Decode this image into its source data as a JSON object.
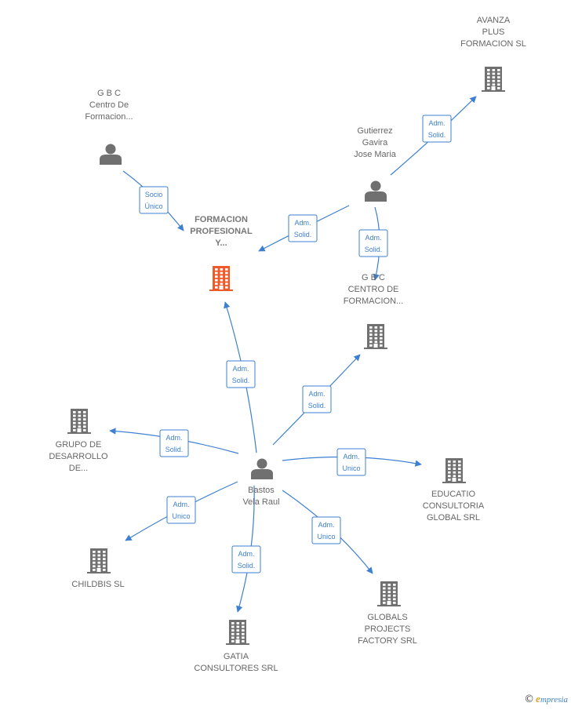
{
  "nodes": [
    {
      "id": "formacion",
      "type": "company",
      "highlight": true,
      "lines": [
        "FORMACION",
        "PROFESIONAL",
        "Y..."
      ]
    },
    {
      "id": "avanza",
      "type": "company",
      "lines": [
        "AVANZA",
        "PLUS",
        "FORMACION SL"
      ]
    },
    {
      "id": "gbc_person",
      "type": "person",
      "lines": [
        "G B C",
        "Centro De",
        "Formacion..."
      ]
    },
    {
      "id": "gutierrez",
      "type": "person",
      "lines": [
        "Gutierrez",
        "Gavira",
        "Jose Maria"
      ]
    },
    {
      "id": "gbc_company",
      "type": "company",
      "lines": [
        "G B C",
        "CENTRO DE",
        "FORMACION..."
      ]
    },
    {
      "id": "grupo",
      "type": "company",
      "lines": [
        "GRUPO DE",
        "DESARROLLO",
        "DE..."
      ]
    },
    {
      "id": "bastos",
      "type": "person",
      "lines": [
        "Bastos",
        "Vela Raul"
      ]
    },
    {
      "id": "educatio",
      "type": "company",
      "lines": [
        "EDUCATIO",
        "CONSULTORIA",
        "GLOBAL SRL"
      ]
    },
    {
      "id": "childbis",
      "type": "company",
      "lines": [
        "CHILDBIS  SL"
      ]
    },
    {
      "id": "globals",
      "type": "company",
      "lines": [
        "GLOBALS",
        "PROJECTS",
        "FACTORY SRL"
      ]
    },
    {
      "id": "gatia",
      "type": "company",
      "lines": [
        "GATIA",
        "CONSULTORES SRL"
      ]
    }
  ],
  "edges": [
    {
      "from": "gbc_person",
      "to": "formacion",
      "lines": [
        "Socio",
        "Único"
      ]
    },
    {
      "from": "gutierrez",
      "to": "formacion",
      "lines": [
        "Adm.",
        "Solid."
      ]
    },
    {
      "from": "gutierrez",
      "to": "avanza",
      "lines": [
        "Adm.",
        "Solid."
      ]
    },
    {
      "from": "gutierrez",
      "to": "gbc_company",
      "lines": [
        "Adm.",
        "Solid."
      ]
    },
    {
      "from": "bastos",
      "to": "formacion",
      "lines": [
        "Adm.",
        "Solid."
      ]
    },
    {
      "from": "bastos",
      "to": "gbc_company",
      "lines": [
        "Adm.",
        "Solid."
      ]
    },
    {
      "from": "bastos",
      "to": "grupo",
      "lines": [
        "Adm.",
        "Solid."
      ]
    },
    {
      "from": "bastos",
      "to": "educatio",
      "lines": [
        "Adm.",
        "Unico"
      ]
    },
    {
      "from": "bastos",
      "to": "childbis",
      "lines": [
        "Adm.",
        "Unico"
      ]
    },
    {
      "from": "bastos",
      "to": "gatia",
      "lines": [
        "Adm.",
        "Solid."
      ]
    },
    {
      "from": "bastos",
      "to": "globals",
      "lines": [
        "Adm.",
        "Unico"
      ]
    }
  ],
  "colors": {
    "edge": "#3d7fd0",
    "icon": "#707070",
    "highlight": "#f05a28"
  },
  "brand": {
    "copyright": "©",
    "initial": "e",
    "name": "mpresia"
  }
}
